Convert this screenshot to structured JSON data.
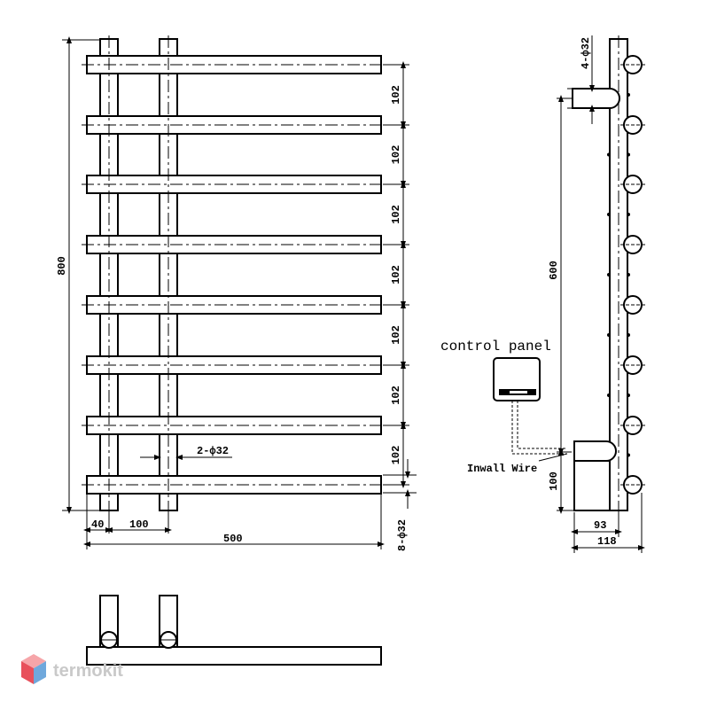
{
  "dimensions": {
    "height_total": "800",
    "rail_pitch": "102",
    "rail_spec": "8-ф32",
    "riser_spec": "2-ф32",
    "offset_left": "40",
    "riser_spacing": "100",
    "width_total": "500",
    "side_height": "600",
    "side_connection_spec": "4-ф32",
    "side_bottom_height": "100",
    "depth_inner": "93",
    "depth_outer": "118"
  },
  "labels": {
    "control_panel": "control panel",
    "inwall_wire": "Inwall Wire"
  },
  "watermark": {
    "brand": "termokit",
    "logo_colors": [
      "#e8505b",
      "#6fa8dc",
      "#f6a5a9"
    ]
  },
  "colors": {
    "line": "#000000",
    "background": "#ffffff"
  }
}
